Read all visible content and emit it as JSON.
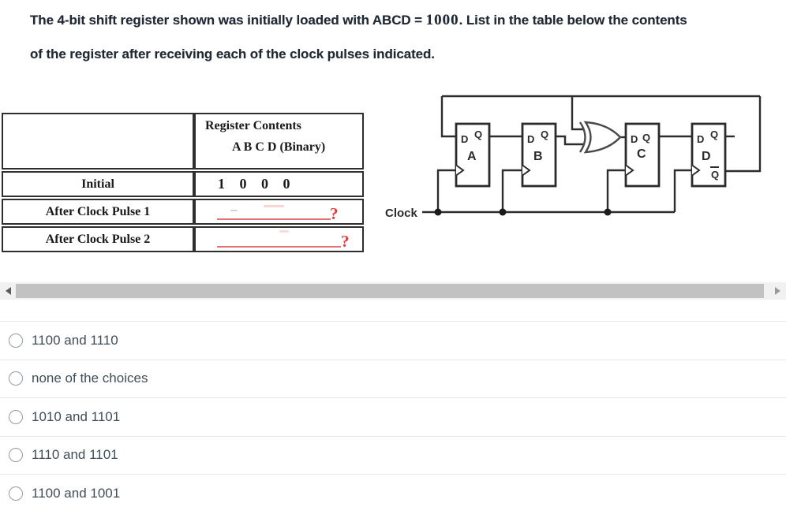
{
  "question": {
    "line1_prefix": "The 4-bit shift register shown was initially loaded with ABCD = ",
    "line1_value": "1000",
    "line1_suffix": ". List in the table below the contents",
    "line2": "of the register after receiving each of the clock pulses indicated."
  },
  "table": {
    "header_line1": "Register Contents",
    "header_line2": "A B C D  (Binary)",
    "rows": [
      {
        "label": "Initial",
        "value": "1 0 0 0"
      },
      {
        "label": "After Clock Pulse 1",
        "value": "?"
      },
      {
        "label": "After Clock Pulse 2",
        "value": "?"
      }
    ]
  },
  "circuit": {
    "clock_label": "Clock",
    "gate_type": "XOR",
    "flipflops": [
      {
        "d_pin": "D",
        "q_pin": "Q",
        "name": "A"
      },
      {
        "d_pin": "D",
        "q_pin": "Q",
        "name": "B"
      },
      {
        "d_pin": "D",
        "q_pin": "Q",
        "name": "C"
      },
      {
        "d_pin": "D",
        "q_pin": "Q",
        "name": "D",
        "qbar_pin": "Q"
      }
    ]
  },
  "options": [
    {
      "label": "1100 and 1110"
    },
    {
      "label": "none of the choices"
    },
    {
      "label": "1010 and 1101"
    },
    {
      "label": "1110 and 1101"
    },
    {
      "label": "1100 and 1001"
    }
  ],
  "colors": {
    "question_mark_red": "#e23b3b",
    "answer_underline_red": "#e57373",
    "wire_dark": "#2d2d2d",
    "scrollbar_thumb": "#c2c2c2",
    "scrollbar_track": "#f1f1f1"
  }
}
